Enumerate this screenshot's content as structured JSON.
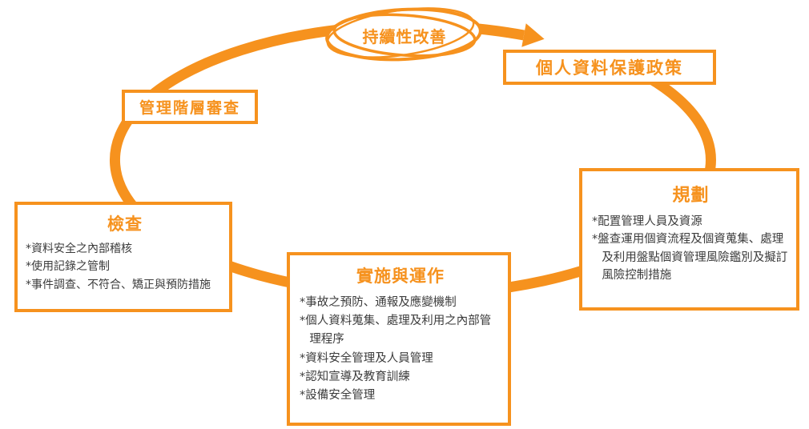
{
  "colors": {
    "accent": "#F6921E",
    "body_text": "#3C3C3C"
  },
  "cloud": {
    "label": "持續性改善"
  },
  "nodes": {
    "policy": {
      "title": "個人資料保護政策"
    },
    "review": {
      "title": "管理階層審查"
    },
    "check": {
      "title": "檢查",
      "items": [
        "*資料安全之內部稽核",
        "*使用記錄之管制",
        "*事件調查、不符合、矯正與預防措施"
      ]
    },
    "plan": {
      "title": "規劃",
      "items": [
        "*配置管理人員及資源",
        "*盤查運用個資流程及個資蒐集、處理及利用盤點個資管理風險鑑別及擬訂風險控制措施"
      ]
    },
    "implement": {
      "title": "實施與運作",
      "items": [
        "*事故之預防、通報及應變機制",
        "*個人資料蒐集、處理及利用之內部管理程序",
        "*資料安全管理及人員管理",
        "*認知宣導及教育訓練",
        "*設備安全管理"
      ]
    }
  }
}
